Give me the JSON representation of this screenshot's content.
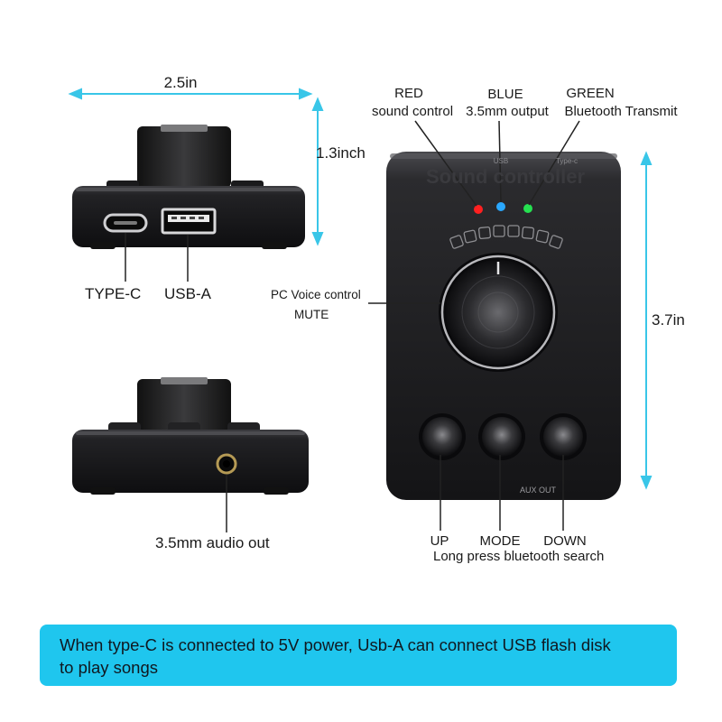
{
  "dimensions": {
    "width": "2.5in",
    "height_small": "1.3inch",
    "height_large": "3.7in"
  },
  "ports": {
    "typec": "TYPE-C",
    "usba": "USB-A",
    "audio": "3.5mm audio out"
  },
  "leds": {
    "red_title": "RED",
    "red_desc": "sound control",
    "blue_title": "BLUE",
    "blue_desc": "3.5mm output",
    "green_title": "GREEN",
    "green_desc": "Bluetooth Transmit"
  },
  "device": {
    "brand": "Sound controller",
    "usb_mark": "USB",
    "typec_mark": "Type-c",
    "aux_mark": "AUX OUT"
  },
  "knob": {
    "line1": "PC Voice control",
    "line2": "MUTE"
  },
  "buttons": {
    "up": "UP",
    "mode": "MODE",
    "down": "DOWN",
    "mode_note": "Long press bluetooth search"
  },
  "banner": {
    "text": "When type-C is connected to 5V power, Usb-A can connect USB flash disk\n to play songs"
  },
  "colors": {
    "accent_cyan": "#1fc6ee",
    "dimension_line": "#39c6e8",
    "led_red": "#ff2020",
    "led_blue": "#2aa8ff",
    "led_green": "#25e050"
  }
}
